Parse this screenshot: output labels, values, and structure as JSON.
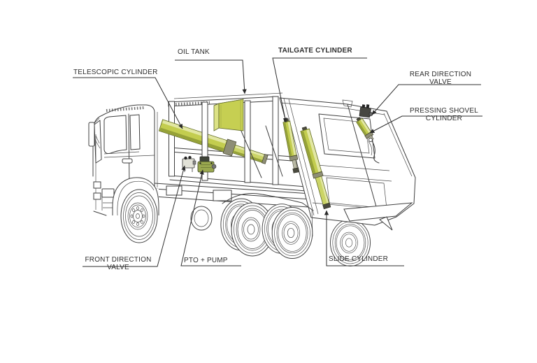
{
  "figure": {
    "type": "technical-diagram",
    "subject": "Garbage truck hydraulic system components",
    "background": "#ffffff",
    "line_color": "#3f3f3f",
    "highlight_color": "#c3cd4f",
    "highlight_light": "#e2e7a3",
    "highlight_dark": "#96a238"
  },
  "labels": {
    "telescopic_cylinder": "TELESCOPIC CYLINDER",
    "oil_tank": "OIL TANK",
    "tailgate_cylinder": "TAILGATE CYLINDER",
    "rear_direction_valve_line1": "REAR DIRECTION",
    "rear_direction_valve_line2": "VALVE",
    "pressing_shovel_line1": "PRESSING SHOVEL",
    "pressing_shovel_line2": "CYLINDER",
    "front_direction_valve_line1": "FRONT DIRECTION",
    "front_direction_valve_line2": "VALVE",
    "pto_pump": "PTO + PUMP",
    "slide_cylinder": "SLIDE CYLINDER"
  }
}
